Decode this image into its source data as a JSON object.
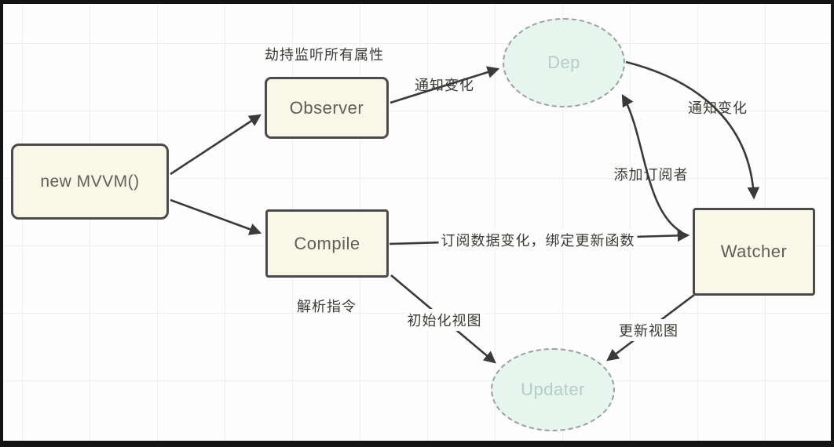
{
  "diagram": {
    "title_hint": "MVVM reactive data-binding flow",
    "nodes": [
      {
        "id": "new-mvvm",
        "label": "new MVVM()",
        "shape": "rect"
      },
      {
        "id": "observer",
        "label": "Observer",
        "shape": "rect"
      },
      {
        "id": "compile",
        "label": "Compile",
        "shape": "rect"
      },
      {
        "id": "watcher",
        "label": "Watcher",
        "shape": "rect"
      },
      {
        "id": "dep",
        "label": "Dep",
        "shape": "dashed-ellipse"
      },
      {
        "id": "updater",
        "label": "Updater",
        "shape": "dashed-ellipse"
      }
    ],
    "edges": [
      {
        "from": "new-mvvm",
        "to": "observer",
        "label": ""
      },
      {
        "from": "new-mvvm",
        "to": "compile",
        "label": ""
      },
      {
        "from": "observer",
        "to": "dep",
        "label": "通知变化"
      },
      {
        "from": "compile",
        "to": "watcher",
        "label": "订阅数据变化，绑定更新函数"
      },
      {
        "from": "dep",
        "to": "watcher",
        "label": "通知变化"
      },
      {
        "from": "watcher",
        "to": "dep",
        "label": "添加订阅者"
      },
      {
        "from": "compile",
        "to": "updater",
        "label": "初始化视图"
      },
      {
        "from": "watcher",
        "to": "updater",
        "label": "更新视图"
      }
    ],
    "annotations": [
      {
        "target": "observer",
        "text": "劫持监听所有属性"
      },
      {
        "target": "compile",
        "text": "解析指令"
      }
    ],
    "colors": {
      "canvas_bg": "#fdfdfd",
      "grid_line": "#efefef",
      "frame_border": "#141414",
      "box_fill": "#f9f7e8",
      "box_border": "#4b4b4b",
      "box_text": "#615e55",
      "ellipse_fill": "#e7f5ef",
      "ellipse_border": "#9e9e9e",
      "ellipse_text": "#b6ccc5",
      "arrow": "#3a3a3a",
      "label_text": "#3b3a35"
    }
  }
}
